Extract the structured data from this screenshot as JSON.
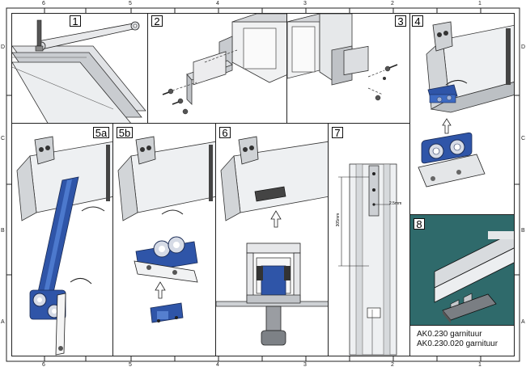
{
  "border_numbers": {
    "top": [
      "6",
      "5",
      "4",
      "3",
      "2",
      "1"
    ],
    "bottom": [
      "6",
      "5",
      "4",
      "3",
      "2",
      "1"
    ],
    "left": [
      "D",
      "C",
      "B",
      "A"
    ],
    "right": [
      "D",
      "C",
      "B",
      "A"
    ]
  },
  "panels": [
    {
      "id": "p1",
      "label": "1"
    },
    {
      "id": "p2",
      "label": "2"
    },
    {
      "id": "p3",
      "label": "3"
    },
    {
      "id": "p4",
      "label": "4"
    },
    {
      "id": "p5a",
      "label": "5a"
    },
    {
      "id": "p5b",
      "label": "5b"
    },
    {
      "id": "p6",
      "label": "6"
    },
    {
      "id": "p7",
      "label": "7"
    },
    {
      "id": "p8",
      "label": "8"
    }
  ],
  "measurements": {
    "vertical": "305mm",
    "horizontal": "2.5mm"
  },
  "caption": {
    "line1": "AK0.230  garnituur",
    "line2": "AK0.230.020  garnituur"
  },
  "colors": {
    "blue": "#2f55a8",
    "rail": "#dadcdf",
    "teal": "#2f6a6b"
  }
}
